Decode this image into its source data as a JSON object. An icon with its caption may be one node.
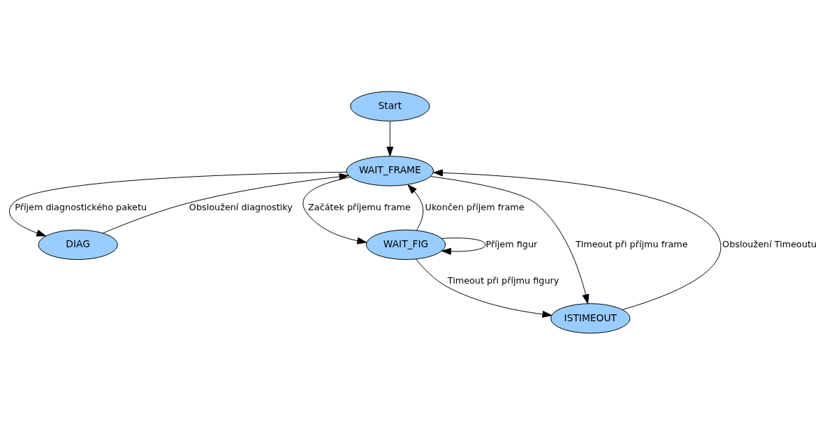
{
  "diagram": {
    "nodes": [
      {
        "text": [
          "Start"
        ]
      },
      {
        "text": [
          "WAIT_FRAME"
        ]
      },
      {
        "text": [
          "DIAG"
        ]
      },
      {
        "text": [
          "WAIT_FIG"
        ]
      },
      {
        "text": [
          "ISTIMEOUT"
        ]
      }
    ],
    "edges": [
      {
        "from": 0,
        "to": 1,
        "arrow": "to"
      },
      {
        "from": 2,
        "to": 1,
        "arrow": "to",
        "label": "Obsloužení diagnostiky"
      },
      {
        "from": 1,
        "to": 2,
        "arrow": "to",
        "label": "Příjem diagnostického paketu"
      },
      {
        "from": 3,
        "to": 1,
        "arrow": "to",
        "label": "Ukončen příjem frame"
      },
      {
        "from": 1,
        "to": 3,
        "arrow": "to",
        "label": "Začátek příjemu frame"
      },
      {
        "from": 4,
        "to": 1,
        "arrow": "to",
        "label": "Obsloužení Timeoutu"
      },
      {
        "from": 1,
        "to": 4,
        "arrow": "to",
        "label": "Timeout při příjmu frame"
      },
      {
        "from": 3,
        "to": 3,
        "arrow": "to",
        "label": "Příjem figur"
      },
      {
        "from": 3,
        "to": 4,
        "arrow": "to",
        "label": "Timeout při příjmu figury"
      }
    ]
  }
}
